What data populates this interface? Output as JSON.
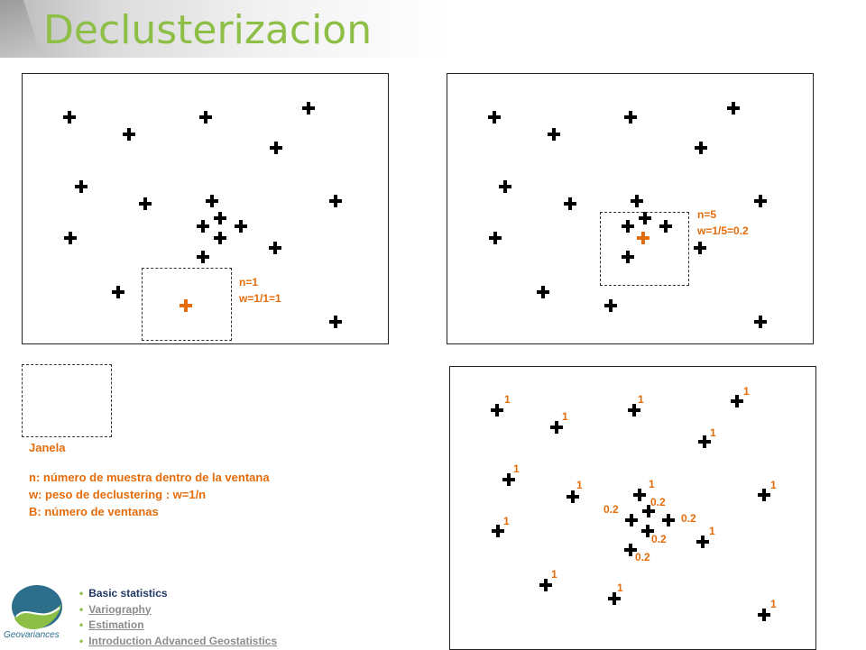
{
  "title": "Declusterizacion",
  "colors": {
    "title_green": "#8dbe46",
    "annotation_orange": "#e46c0a",
    "sample_black": "#000000",
    "nav_current": "#1f3864",
    "nav_link": "#8c8c8c"
  },
  "icons": {
    "sample": "plus-marker-icon",
    "window_center": "orange-plus-marker-icon",
    "logo": "geovariances-logo-icon"
  },
  "panel_a": {
    "annotation_n": "n=1",
    "annotation_w": "w=1/1=1"
  },
  "panel_b": {
    "annotation_n": "n=5",
    "annotation_w": "w=1/5=0.2"
  },
  "panel_c": {
    "weights": [
      "1",
      "1",
      "1",
      "1",
      "1",
      "1",
      "1",
      "1",
      "1",
      "1",
      "1",
      "1",
      "1",
      "1",
      "0.2",
      "0.2",
      "0.2",
      "0.2",
      "0.2"
    ]
  },
  "legend": {
    "window_label": "Janela",
    "definitions": [
      "n: número de muestra dentro de la ventana",
      "w: peso de declustering : w=1/n",
      "B: número de ventanas"
    ]
  },
  "logo_text": "Geovariances",
  "nav": {
    "items": [
      {
        "label": "Basic statistics"
      },
      {
        "label": "Variography"
      },
      {
        "label": "Estimation"
      },
      {
        "label": "Introduction Advanced Geostatistics"
      }
    ]
  }
}
